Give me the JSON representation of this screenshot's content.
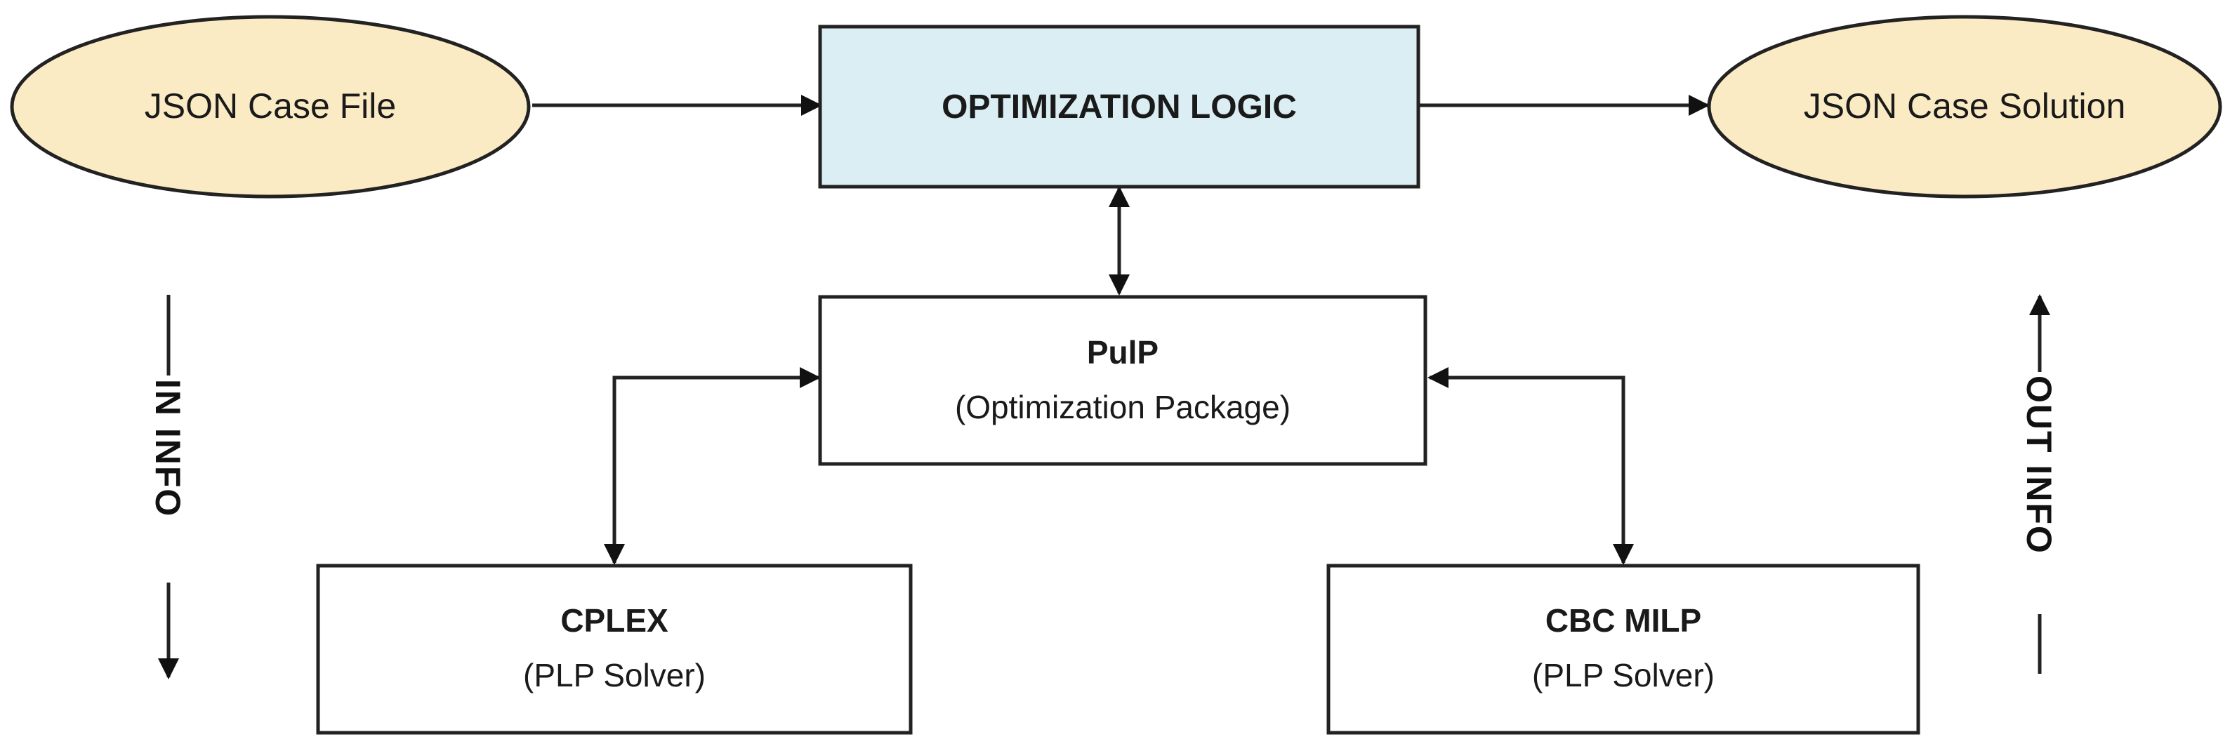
{
  "nodes": {
    "input": {
      "label": "JSON Case File"
    },
    "logic": {
      "label": "OPTIMIZATION LOGIC"
    },
    "output": {
      "label": "JSON Case Solution"
    },
    "pulp": {
      "title": "PulP",
      "subtitle": "(Optimization Package)"
    },
    "cplex": {
      "title": "CPLEX",
      "subtitle": "(PLP Solver)"
    },
    "cbc": {
      "title": "CBC MILP",
      "subtitle": "(PLP Solver)"
    }
  },
  "side_labels": {
    "in": "IN INFO",
    "out": "OUT INFO"
  },
  "colors": {
    "ellipse_fill": "#fbebc4",
    "logic_fill": "#daeef4",
    "box_fill": "#ffffff",
    "stroke": "#222222"
  }
}
